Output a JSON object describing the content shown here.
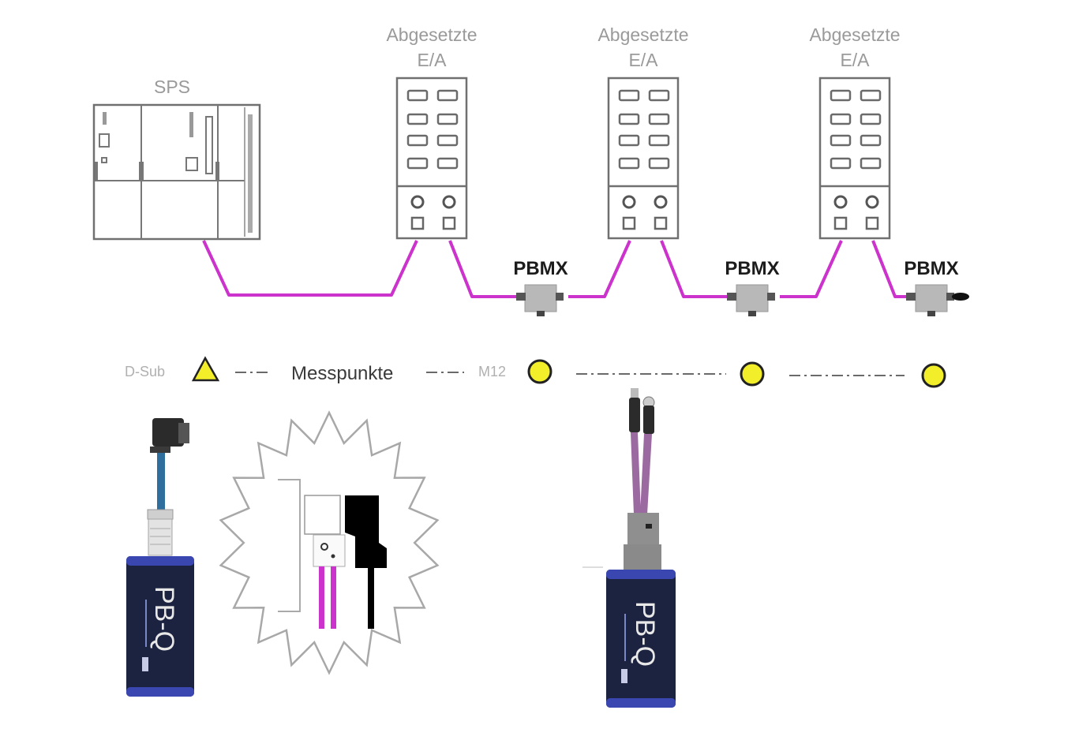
{
  "diagram": {
    "plc": {
      "label": "SPS"
    },
    "remote_io": [
      {
        "label_line1": "Abgesetzte",
        "label_line2": "E/A"
      },
      {
        "label_line1": "Abgesetzte",
        "label_line2": "E/A"
      },
      {
        "label_line1": "Abgesetzte",
        "label_line2": "E/A"
      }
    ],
    "taps": [
      {
        "label": "PBMX"
      },
      {
        "label": "PBMX"
      },
      {
        "label": "PBMX"
      }
    ],
    "legend": {
      "dsub_label": "D-Sub",
      "measure_label": "Messpunkte",
      "m12_label": "M12"
    },
    "devices": [
      {
        "name": "PB-Q",
        "connector": "D-Sub"
      },
      {
        "name": "PB-Q",
        "connector": "M12"
      }
    ],
    "colors": {
      "bus_cable": "#cc33cc",
      "marker_fill": "#f2ee2a",
      "device_body": "#1c2340",
      "device_trim": "#3a47b0"
    }
  }
}
